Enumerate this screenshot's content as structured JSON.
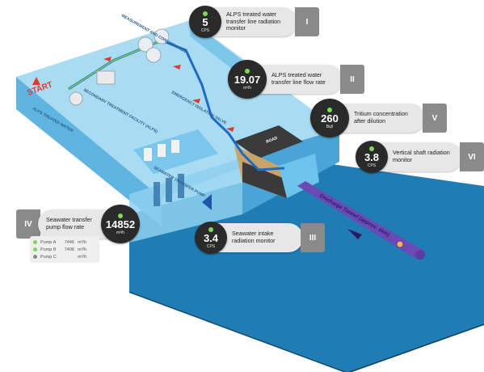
{
  "colors": {
    "sea": "#1e78ae",
    "sea_dark": "#0f5a8a",
    "ground_top": "#a9dbf2",
    "ground_side": "#5fb4e0",
    "pipe": "#1f6ac6",
    "tunnel": "#6a4bb5",
    "alert_arrow": "#e03a2b",
    "status_ok": "#7ed957",
    "status_off": "#888888",
    "badge_gray": "#8a8a8a"
  },
  "labels": {
    "start": "START",
    "alps_treated_water": "ALPS\nTREATED WATER",
    "measurement": "MEASUREMENT\nAND CONFIRMATION",
    "secondary_treatment": "SECONDARY\nTREATMENT\nFACILITY (ALPS)",
    "emergency_isolation": "EMERGENCY\nISOLATION VALVE",
    "seawater_transfer_pump": "SEAWATER TRANSFER PUMP",
    "road": "ROAD",
    "discharge_tunnel": "Discharge Tunnel (approx. 1km)"
  },
  "monitors": [
    {
      "id": "I",
      "value": "5",
      "unit": "CPS",
      "label": "ALPS treated water transfer line radiation monitor",
      "icon": "status-dot-icon"
    },
    {
      "id": "II",
      "value": "19.07",
      "unit": "m³/h",
      "label": "ALPS treated water transfer line flow rate",
      "icon": "status-dot-icon"
    },
    {
      "id": "III",
      "value": "3.4",
      "unit": "CPS",
      "label": "Seawater intake radiation monitor",
      "icon": "status-dot-icon"
    },
    {
      "id": "IV",
      "value": "14852",
      "unit": "m³/h",
      "label": "Seawater transfer pump flow rate",
      "icon": "status-dot-icon"
    },
    {
      "id": "V",
      "value": "260",
      "unit": "Bq/l",
      "label": "Tritium concentration after dilution",
      "icon": "status-dot-icon"
    },
    {
      "id": "VI",
      "value": "3.8",
      "unit": "CPS",
      "label": "Vertical shaft radiation monitor",
      "icon": "status-dot-icon"
    }
  ],
  "pumps": [
    {
      "name": "Pump A",
      "value": "7446",
      "unit": "m³/h",
      "status_color": "#7ed957"
    },
    {
      "name": "Pump B",
      "value": "7406",
      "unit": "m³/h",
      "status_color": "#7ed957"
    },
    {
      "name": "Pump C",
      "value": "",
      "unit": "m³/h",
      "status_color": "#888888"
    }
  ]
}
